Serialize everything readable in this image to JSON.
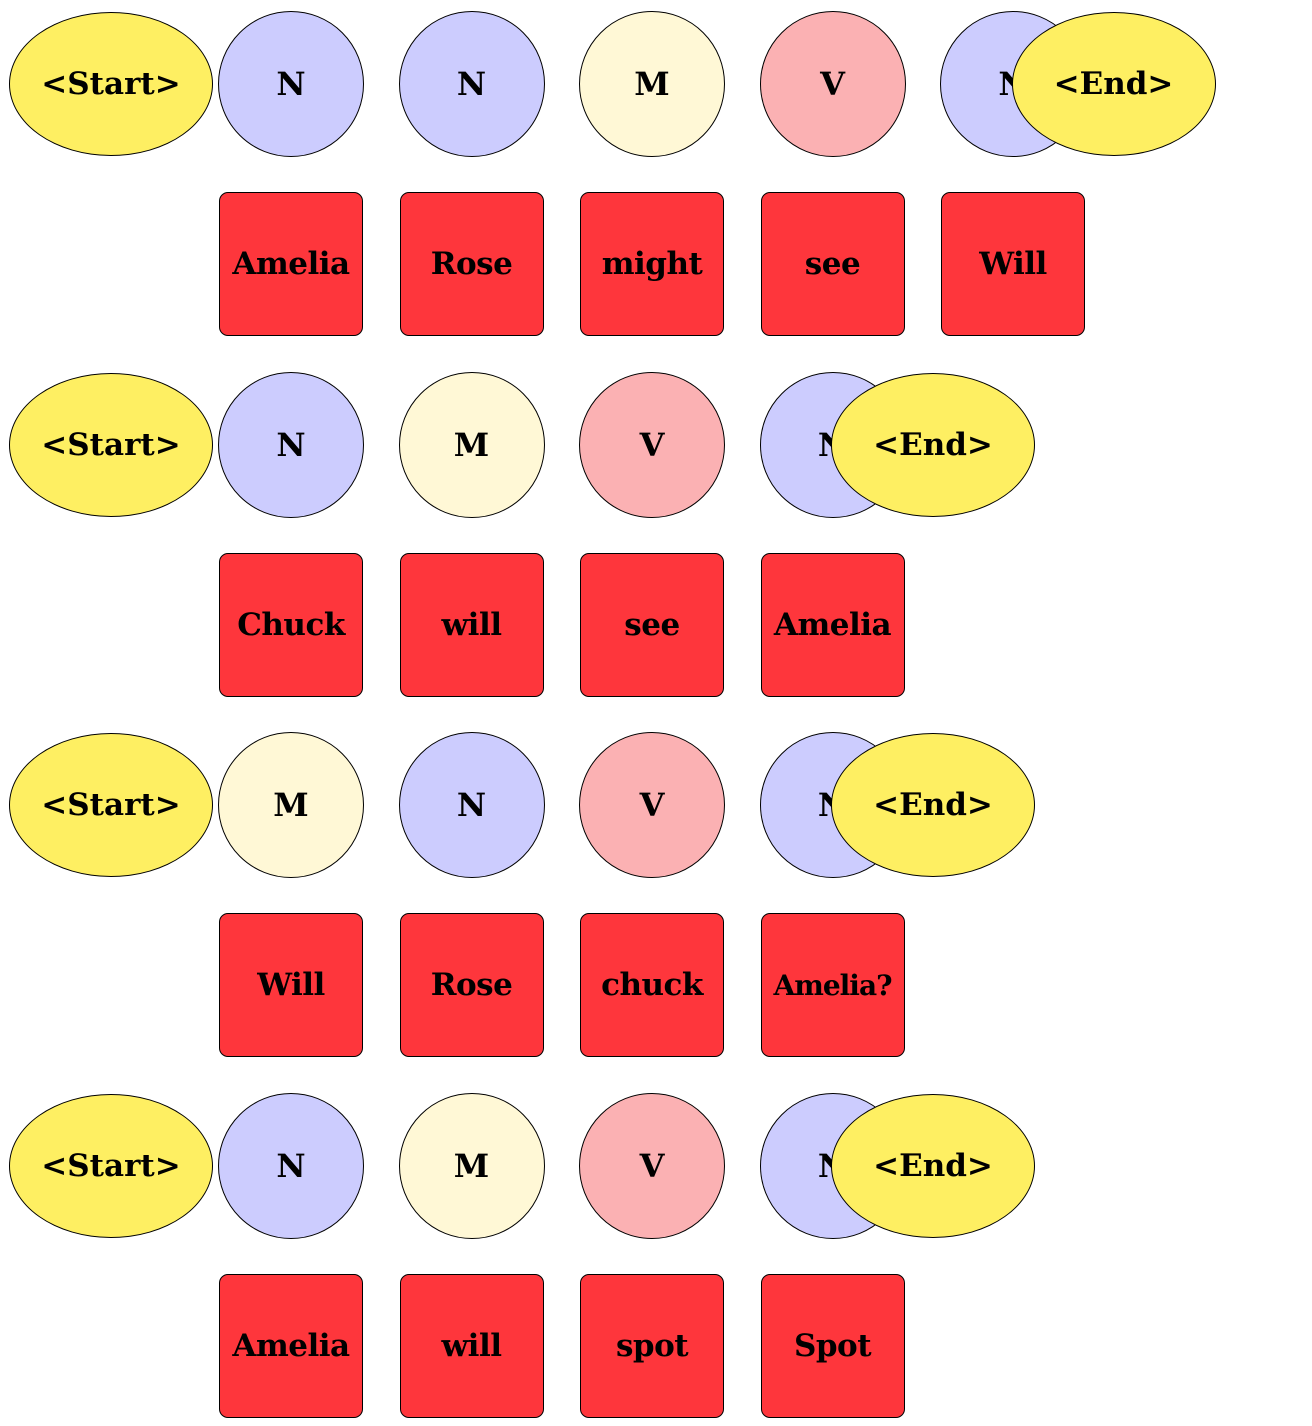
{
  "colors": {
    "start_end": "#FEEF62",
    "N": "#CCCCFE",
    "M": "#FFF8D6",
    "V": "#FBB1B3",
    "word": "#FE363C"
  },
  "sentences": [
    {
      "start": "<Start>",
      "end": "<End>",
      "tags": [
        "N",
        "N",
        "M",
        "V",
        "N"
      ],
      "words": [
        "Amelia",
        "Rose",
        "might",
        "see",
        "Will"
      ]
    },
    {
      "start": "<Start>",
      "end": "<End>",
      "tags": [
        "N",
        "M",
        "V",
        "N"
      ],
      "words": [
        "Chuck",
        "will",
        "see",
        "Amelia"
      ]
    },
    {
      "start": "<Start>",
      "end": "<End>",
      "tags": [
        "M",
        "N",
        "V",
        "N"
      ],
      "words": [
        "Will",
        "Rose",
        "chuck",
        "Amelia?"
      ]
    },
    {
      "start": "<Start>",
      "end": "<End>",
      "tags": [
        "N",
        "M",
        "V",
        "N"
      ],
      "words": [
        "Amelia",
        "will",
        "spot",
        "Spot"
      ]
    }
  ]
}
